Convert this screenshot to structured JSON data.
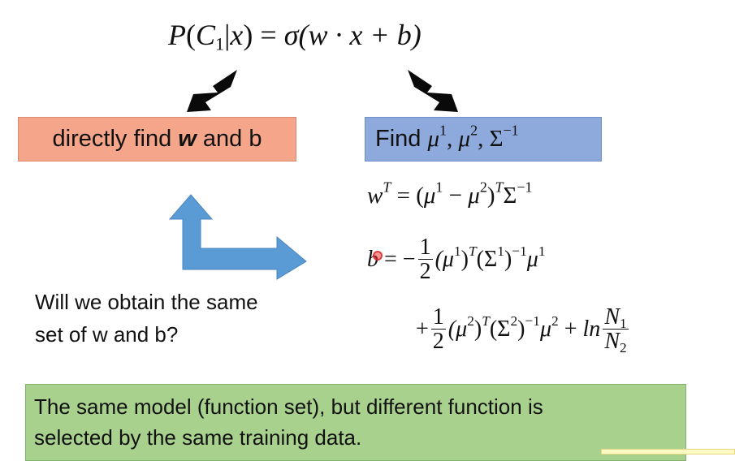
{
  "formula": {
    "P": "P",
    "open": "(",
    "C": "C",
    "C_sub": "1",
    "bar": "|",
    "x": "x",
    "close": ")",
    "eq": " = ",
    "sigma": "σ",
    "arg": "(w · x + b)"
  },
  "left_box": {
    "pre": "directly find ",
    "bold": "w",
    "post": " and b"
  },
  "right_box": {
    "label": "Find ",
    "mu": "μ",
    "sup1": "1",
    "sep": ", ",
    "sup2": "2",
    "Sigma": "Σ",
    "sup_inv": "−1"
  },
  "eq_w": {
    "w": "w",
    "T": "T",
    "eq": " = (",
    "mu": "μ",
    "one": "1",
    "minus": " − ",
    "two": "2",
    "rparen": ")",
    "Sigma": "Σ",
    "inv": "−1"
  },
  "eq_b1": {
    "b": "b",
    "eq": " = −",
    "num": "1",
    "den": "2",
    "term": "(μ",
    "one": "1",
    "T": "T",
    "mid": "(Σ",
    "inv": "−1",
    "end": "μ"
  },
  "eq_b2": {
    "plus": "+",
    "num": "1",
    "den": "2",
    "term": "(μ",
    "two": "2",
    "T": "T",
    "mid": "(Σ",
    "inv": "−1",
    "end": "μ",
    "plus2": " + ",
    "ln": "ln",
    "N1": "N",
    "N1_sub": "1",
    "N2": "N",
    "N2_sub": "2"
  },
  "question": {
    "line1": "Will we obtain the same",
    "line2": "set of w and b?"
  },
  "conclusion": {
    "line1": "The same model (function set), but different function is",
    "line2": "selected by the same training data."
  },
  "colors": {
    "left_box": "#f4a58a",
    "right_box": "#8ea9db",
    "green_box": "#a9d18e",
    "arrow_blue": "#5b9bd5",
    "arrow_black": "#0a0a0a",
    "pointer": "#e53935"
  },
  "icons": {
    "arrow_left_down": "black-arrow-down-left-icon",
    "arrow_right_down": "black-arrow-down-right-icon",
    "blue_arrow": "blue-bent-double-arrow-icon"
  }
}
